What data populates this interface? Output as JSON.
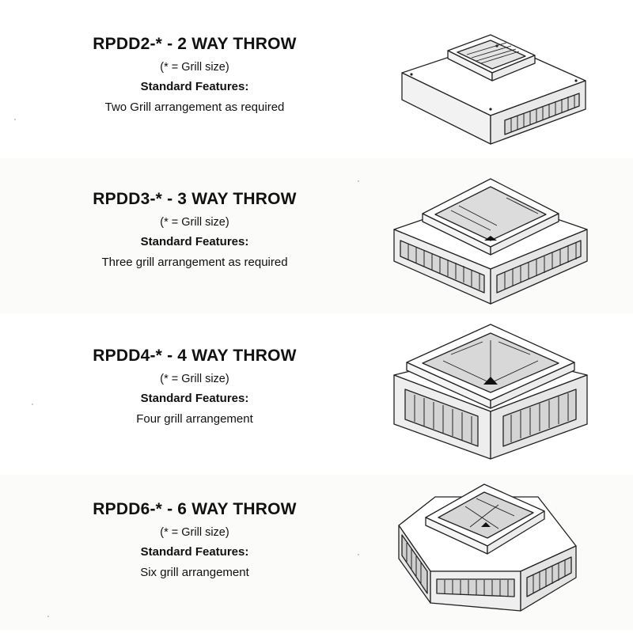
{
  "products": [
    {
      "title": "RPDD2-* - 2 WAY THROW",
      "note": "(* = Grill size)",
      "features_label": "Standard Features:",
      "description": "Two Grill arrangement as required",
      "illustration": "2-way-throw-diffuser-icon"
    },
    {
      "title": "RPDD3-* - 3 WAY THROW",
      "note": "(* = Grill size)",
      "features_label": "Standard Features:",
      "description": "Three grill arrangement as required",
      "illustration": "3-way-throw-diffuser-icon"
    },
    {
      "title": "RPDD4-* - 4 WAY THROW",
      "note": "(* = Grill size)",
      "features_label": "Standard Features:",
      "description": "Four grill arrangement",
      "illustration": "4-way-throw-diffuser-icon"
    },
    {
      "title": "RPDD6-* - 6 WAY THROW",
      "note": "(* = Grill size)",
      "features_label": "Standard Features:",
      "description": "Six grill arrangement",
      "illustration": "6-way-throw-diffuser-icon"
    }
  ]
}
